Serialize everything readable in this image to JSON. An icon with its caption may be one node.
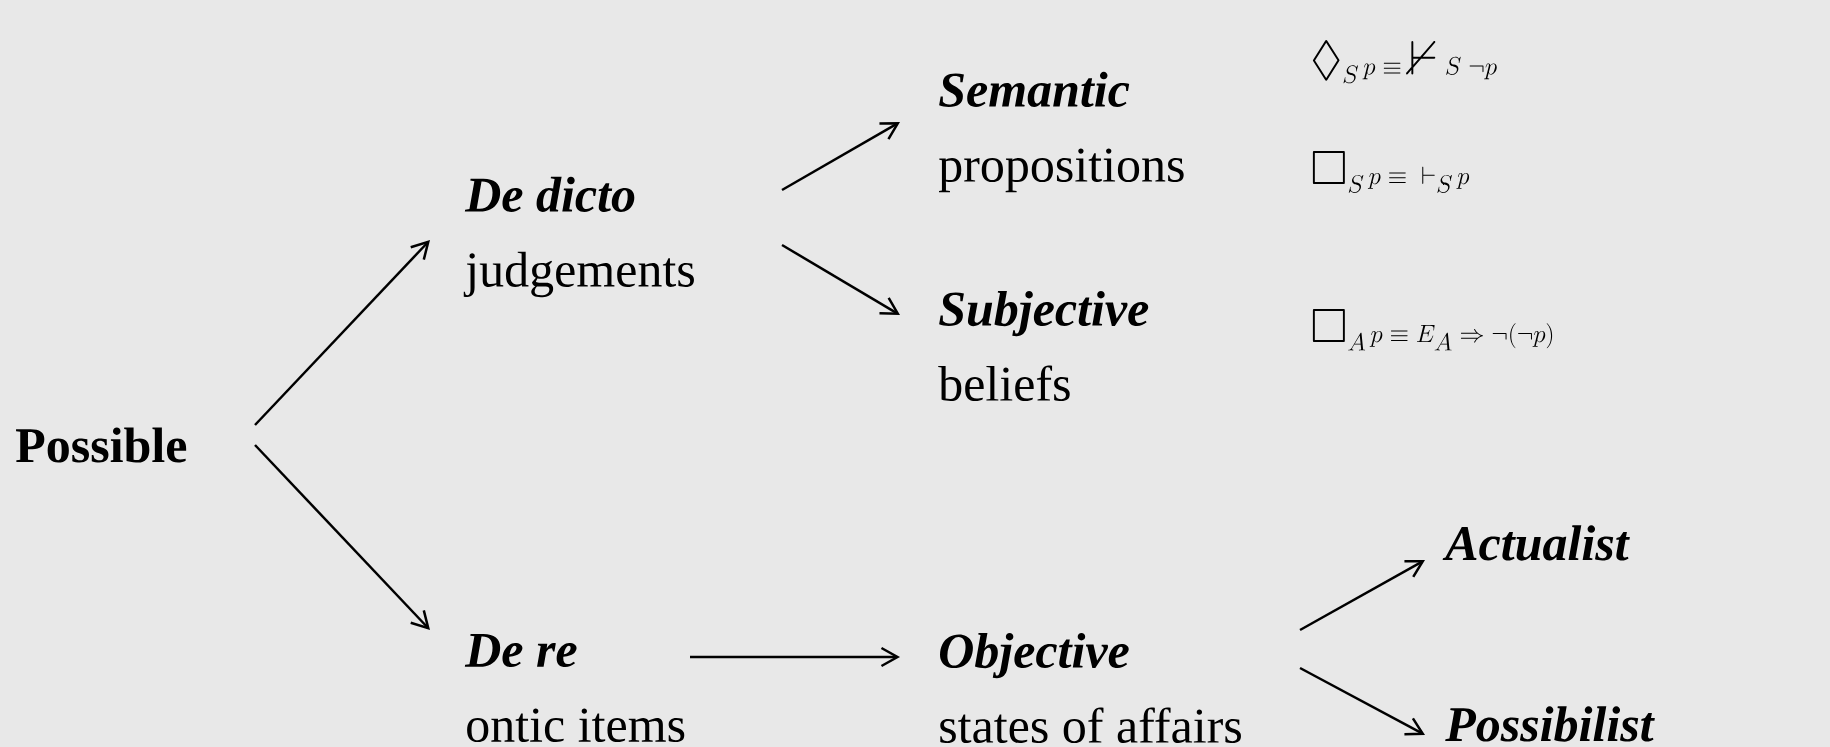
{
  "diagram": {
    "nodes": [
      {
        "text": [
          "Possible"
        ]
      },
      {
        "text": [
          "De dicto",
          "judgements"
        ]
      },
      {
        "text": [
          "Semantic",
          "propositions"
        ]
      },
      {
        "text": [
          "Subjective",
          "beliefs"
        ]
      },
      {
        "text": [
          "De re",
          "ontic items"
        ]
      },
      {
        "text": [
          "Objective",
          "states of affairs"
        ]
      },
      {
        "text": [
          "Actualist"
        ]
      },
      {
        "text": [
          "Possibilist"
        ]
      }
    ],
    "edges": [
      {
        "from": 0,
        "to": 1,
        "arrow": "to"
      },
      {
        "from": 0,
        "to": 4,
        "arrow": "to"
      },
      {
        "from": 1,
        "to": 2,
        "arrow": "to"
      },
      {
        "from": 1,
        "to": 3,
        "arrow": "to"
      },
      {
        "from": 4,
        "to": 5,
        "arrow": "to"
      },
      {
        "from": 5,
        "to": 6,
        "arrow": "to"
      },
      {
        "from": 5,
        "to": 7,
        "arrow": "to"
      }
    ],
    "labels": [
      "\\Diamond_S\\, p \\equiv {\\nvdash}\\; S\\; \\neg p",
      "\\Box_S\\, p \\equiv\\; {\\vdash_S}\\, p",
      "\\Box_A\\, p \\equiv E_A \\Rightarrow \\neg(\\neg p)"
    ]
  }
}
